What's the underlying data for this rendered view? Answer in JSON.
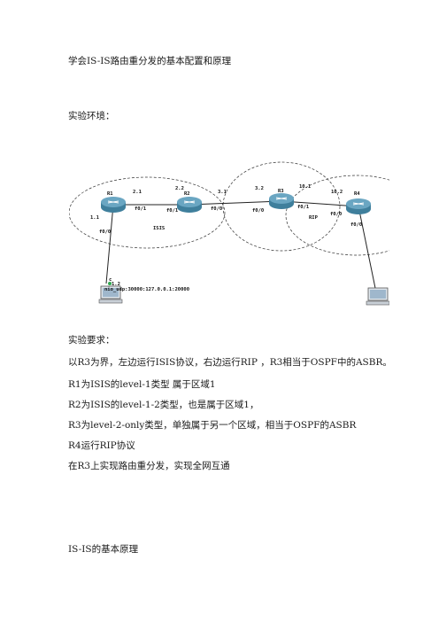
{
  "document": {
    "title": "学会IS-IS路由重分发的基本配置和原理",
    "env_heading": "实验环境：",
    "requirements_heading": "实验要求：",
    "requirements": [
      "以R3为界，左边运行ISIS协议，右边运行RIP ，R3相当于OSPF中的ASBR。",
      "R1为ISIS的level-1类型 属于区域1",
      "R2为ISIS的level-1-2类型，也是属于区域1，",
      "R3为level-2-only类型，单独属于另一个区域，相当于OSPF的ASBR",
      "R4运行RIP协议",
      "在R3上实现路由重分发，实现全网互通"
    ],
    "basics_heading": "IS-IS的基本原理"
  },
  "topology": {
    "routers": [
      "R1",
      "R2",
      "R3",
      "R4"
    ],
    "interfaces": [
      "f0/1",
      "f0/1",
      "f0/0",
      "f0/0",
      "f0/1",
      "f0/0",
      "f0/0",
      "f0/0"
    ],
    "addresses": [
      "2.1",
      "2.2",
      "3.1",
      "3.2",
      "10.1",
      "10.2",
      "1.1",
      "1.2"
    ],
    "area_labels": [
      "ISIS",
      "RIP"
    ],
    "host_label": "c",
    "console_text": "nio_udp:30000:127.0.0.1:20000",
    "colors": {
      "router": "#3f7f9c",
      "router_top": "#6aa6c2",
      "link": "#222222",
      "area": "#333333"
    }
  }
}
